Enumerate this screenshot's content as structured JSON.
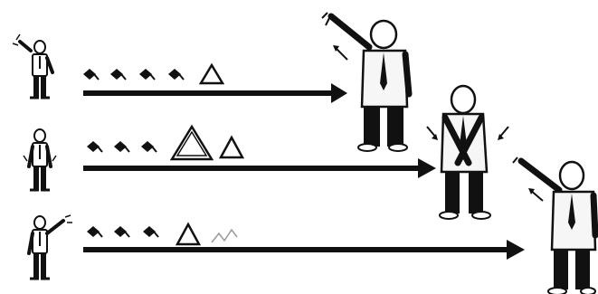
{
  "colors": {
    "ink": "#111111",
    "paper": "#ffffff",
    "shirt": "#f6f6f6"
  },
  "rows": [
    {
      "name": "row-1",
      "signals": [
        "filled-flag",
        "filled-flag",
        "filled-flag",
        "filled-flag",
        "open-triangle"
      ],
      "start_pose": "small-arm-raised",
      "end_pose": "arm-raised-large"
    },
    {
      "name": "row-2",
      "signals": [
        "filled-flag",
        "filled-flag",
        "filled-flag",
        "open-triangle-double",
        "open-triangle"
      ],
      "start_pose": "small-arms-down",
      "end_pose": "arms-crossed-down-large"
    },
    {
      "name": "row-3",
      "signals": [
        "filled-flag",
        "filled-flag",
        "filled-flag",
        "open-triangle",
        "faded-zigzag"
      ],
      "start_pose": "small-arm-raised",
      "end_pose": "arm-raised-large"
    }
  ],
  "icons": [
    "person-icon",
    "arrow-icon",
    "flag-icon",
    "triangle-icon",
    "motion-arrow-icon"
  ]
}
